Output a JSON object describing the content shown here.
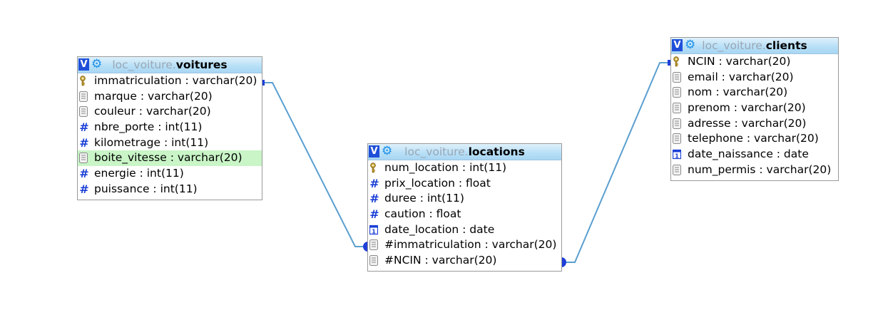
{
  "colors": {
    "link": "#5a9fd0",
    "header": "#b9e0f7",
    "highlight": "#c9f5c7"
  },
  "tables": [
    {
      "db": "loc_voiture.",
      "name": "voitures",
      "columns": [
        {
          "text": "immatriculation : varchar(20)",
          "icon": "key-icon"
        },
        {
          "text": "marque : varchar(20)",
          "icon": "field-icon"
        },
        {
          "text": "couleur : varchar(20)",
          "icon": "field-icon"
        },
        {
          "text": "nbre_porte : int(11)",
          "icon": "hash-icon"
        },
        {
          "text": "kilometrage : int(11)",
          "icon": "hash-icon"
        },
        {
          "text": "boite_vitesse : varchar(20)",
          "icon": "field-icon",
          "highlighted": true
        },
        {
          "text": "energie : int(11)",
          "icon": "hash-icon"
        },
        {
          "text": "puissance : int(11)",
          "icon": "hash-icon"
        }
      ]
    },
    {
      "db": "loc_voiture.",
      "name": "locations",
      "columns": [
        {
          "text": "num_location : int(11)",
          "icon": "key-icon"
        },
        {
          "text": "prix_location : float",
          "icon": "hash-icon"
        },
        {
          "text": "duree : int(11)",
          "icon": "hash-icon"
        },
        {
          "text": "caution : float",
          "icon": "hash-icon"
        },
        {
          "text": "date_location : date",
          "icon": "date-icon"
        },
        {
          "text": "#immatriculation : varchar(20)",
          "icon": "field-icon"
        },
        {
          "text": "#NCIN : varchar(20)",
          "icon": "field-icon"
        }
      ]
    },
    {
      "db": "loc_voiture.",
      "name": "clients",
      "columns": [
        {
          "text": "NCIN : varchar(20)",
          "icon": "key-icon"
        },
        {
          "text": "email : varchar(20)",
          "icon": "field-icon"
        },
        {
          "text": "nom : varchar(20)",
          "icon": "field-icon"
        },
        {
          "text": "prenom : varchar(20)",
          "icon": "field-icon"
        },
        {
          "text": "adresse : varchar(20)",
          "icon": "field-icon"
        },
        {
          "text": "telephone : varchar(20)",
          "icon": "field-icon"
        },
        {
          "text": "date_naissance : date",
          "icon": "date-icon"
        },
        {
          "text": "num_permis : varchar(20)",
          "icon": "field-icon"
        }
      ]
    }
  ],
  "relations": [
    {
      "from": "voitures.immatriculation",
      "to": "locations.#immatriculation"
    },
    {
      "from": "clients.NCIN",
      "to": "locations.#NCIN"
    }
  ]
}
